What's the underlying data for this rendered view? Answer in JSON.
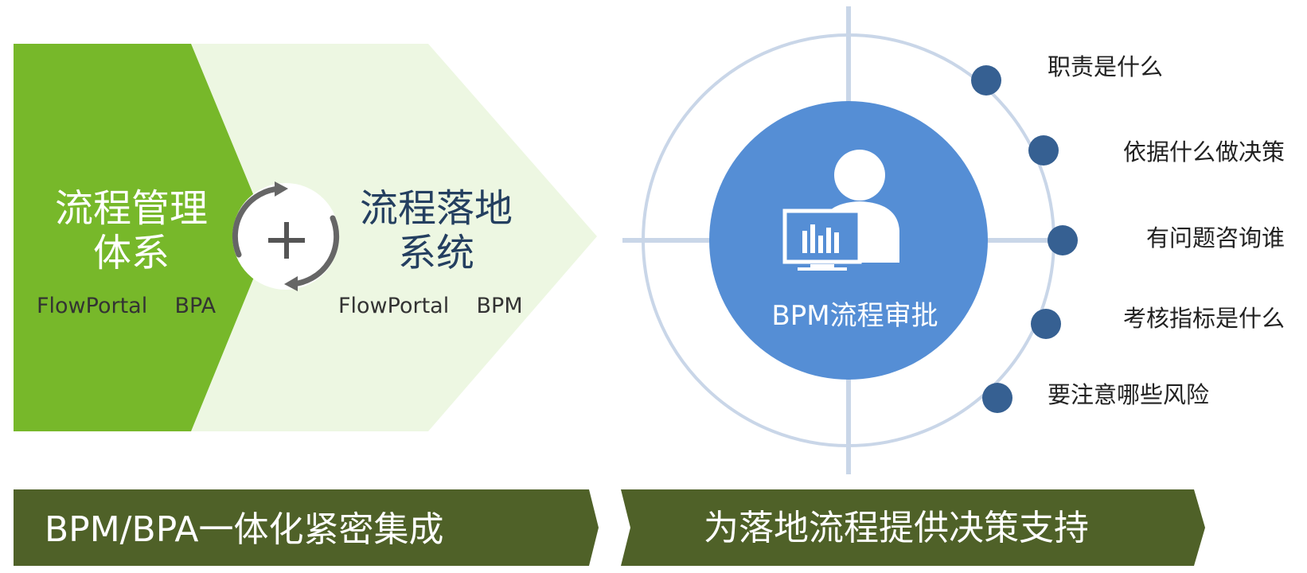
{
  "left_panel": {
    "block1_line1": "流程管理",
    "block1_line2": "体系",
    "block1_sub": "FlowPortal    BPA",
    "block2_line1": "流程落地",
    "block2_line2": "系统",
    "block2_sub": "FlowPortal    BPM"
  },
  "center": {
    "label": "BPM流程审批"
  },
  "right_items": [
    "职责是什么",
    "依据什么做决策",
    "有问题咨询谁",
    "考核指标是什么",
    "要注意哪些风险"
  ],
  "banners": {
    "left": "BPM/BPA一体化紧密集成",
    "right": "为落地流程提供决策支持"
  },
  "colors": {
    "green_dark": "#77b82a",
    "green_light": "#edf7e2",
    "banner_green": "#4f6128",
    "circle_blue": "#558ed5",
    "dot_blue": "#366092",
    "ring": "#c9d6e8",
    "text_dark": "#243f60"
  },
  "icons": [
    "refresh-cycle-icon",
    "plus-icon",
    "user-with-monitor-icon"
  ]
}
